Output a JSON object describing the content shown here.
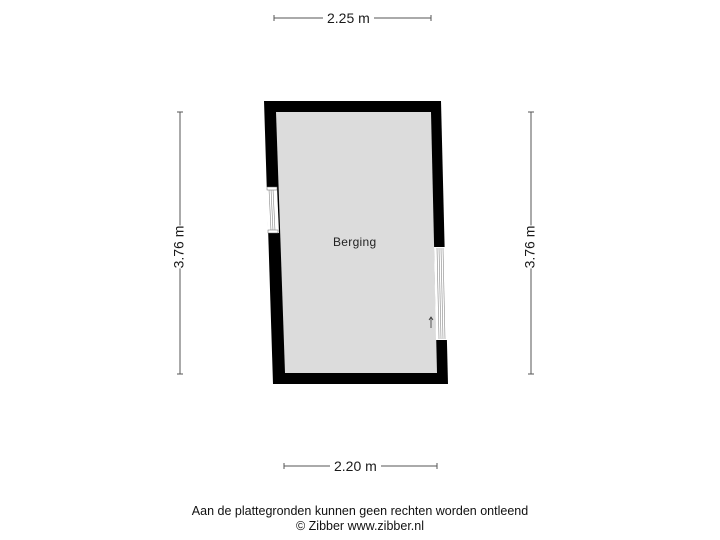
{
  "floorplan": {
    "room": {
      "label": "Berging",
      "fill": "#dcdcdc",
      "wall_color": "#000000"
    },
    "dimensions": {
      "top": "2.25 m",
      "bottom": "2.20 m",
      "left": "3.76 m",
      "right": "3.76 m"
    },
    "icons": {
      "left_window": "window-icon",
      "right_door": "sliding-door-icon",
      "arrow": "arrow-up-icon"
    }
  },
  "footer": {
    "disclaimer": "Aan de plattegronden kunnen geen rechten worden ontleend",
    "copyright": "© Zibber www.zibber.nl"
  }
}
